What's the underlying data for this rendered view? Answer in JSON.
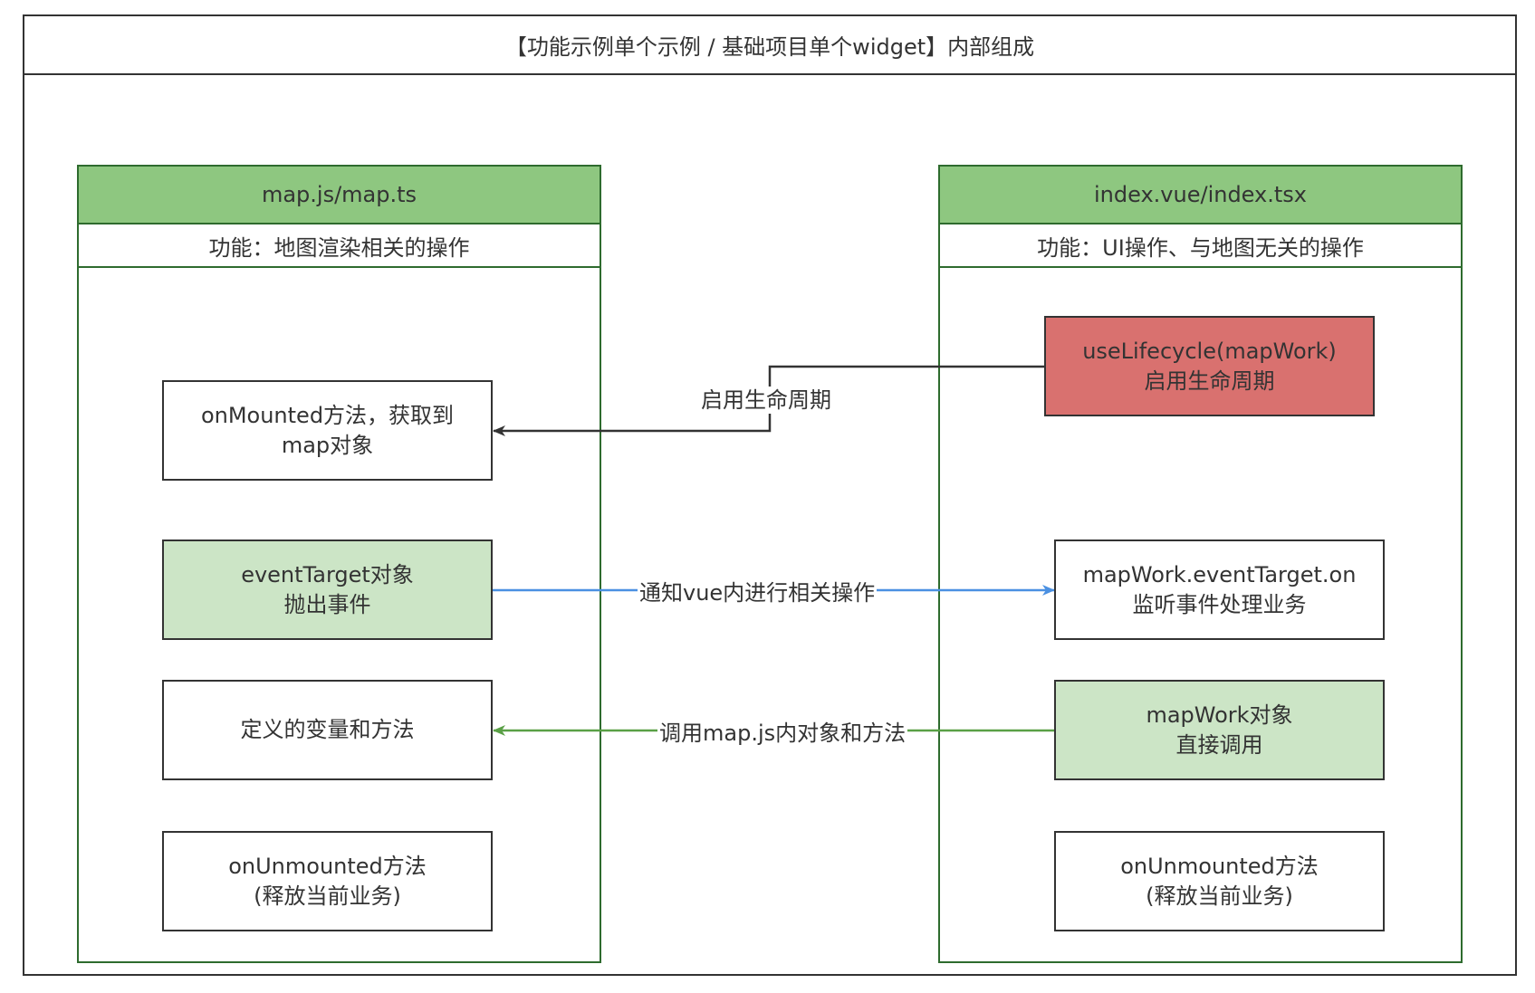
{
  "title": "【功能示例单个示例 / 基础项目单个widget】内部组成",
  "left_panel": {
    "header": "map.js/map.ts",
    "subtitle": "功能：地图渲染相关的操作",
    "boxes": [
      {
        "line1": "onMounted方法，获取到",
        "line2": "map对象"
      },
      {
        "line1": "eventTarget对象",
        "line2": "抛出事件"
      },
      {
        "line1": "定义的变量和方法",
        "line2": ""
      },
      {
        "line1": "onUnmounted方法",
        "line2": "(释放当前业务)"
      }
    ]
  },
  "right_panel": {
    "header": "index.vue/index.tsx",
    "subtitle": "功能：UI操作、与地图无关的操作",
    "boxes": [
      {
        "line1": "useLifecycle(mapWork)",
        "line2": "启用生命周期"
      },
      {
        "line1": "mapWork.eventTarget.on",
        "line2": "监听事件处理业务"
      },
      {
        "line1": "mapWork对象",
        "line2": "直接调用"
      },
      {
        "line1": "onUnmounted方法",
        "line2": "(释放当前业务)"
      }
    ]
  },
  "edges": [
    {
      "label": "启用生命周期",
      "color": "#333333"
    },
    {
      "label": "通知vue内进行相关操作",
      "color": "#4a90e2"
    },
    {
      "label": "调用map.js内对象和方法",
      "color": "#5aa046"
    }
  ],
  "colors": {
    "panel_header": "#8ec780",
    "panel_border": "#2e6b2e",
    "highlight_green": "#cce5c6",
    "highlight_red": "#d9716f"
  }
}
